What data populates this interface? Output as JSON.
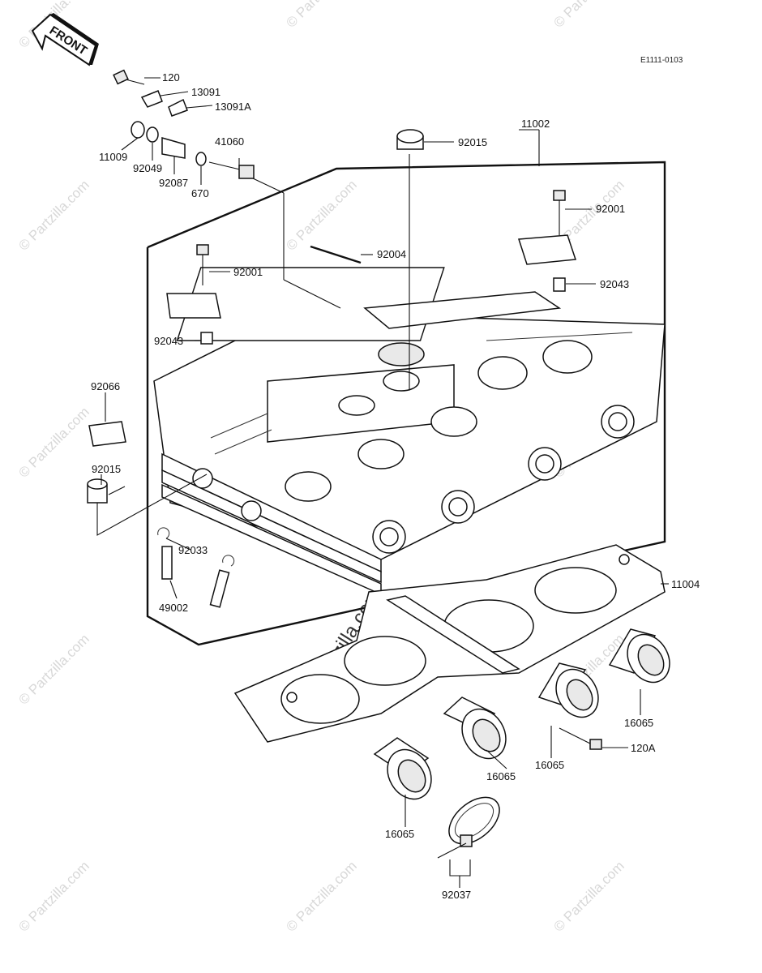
{
  "header": {
    "front_label": "FRONT",
    "code": "E1111-0103"
  },
  "watermark": {
    "text": "© Partzilla.com"
  },
  "parts": [
    {
      "id": "120",
      "label": "120"
    },
    {
      "id": "13091",
      "label": "13091"
    },
    {
      "id": "13091a",
      "label": "13091A"
    },
    {
      "id": "11009",
      "label": "11009"
    },
    {
      "id": "92049",
      "label": "92049"
    },
    {
      "id": "92087",
      "label": "92087"
    },
    {
      "id": "670",
      "label": "670"
    },
    {
      "id": "41060",
      "label": "41060"
    },
    {
      "id": "92015-top",
      "label": "92015"
    },
    {
      "id": "11002",
      "label": "11002"
    },
    {
      "id": "92001-right",
      "label": "92001"
    },
    {
      "id": "92004",
      "label": "92004"
    },
    {
      "id": "92001-left",
      "label": "92001"
    },
    {
      "id": "92043-right",
      "label": "92043"
    },
    {
      "id": "92043-left",
      "label": "92043"
    },
    {
      "id": "92066",
      "label": "92066"
    },
    {
      "id": "92015-left",
      "label": "92015"
    },
    {
      "id": "92033",
      "label": "92033"
    },
    {
      "id": "49002",
      "label": "49002"
    },
    {
      "id": "11004",
      "label": "11004"
    },
    {
      "id": "16065-right",
      "label": "16065"
    },
    {
      "id": "120a",
      "label": "120A"
    },
    {
      "id": "16065-midright",
      "label": "16065"
    },
    {
      "id": "16065-mid",
      "label": "16065"
    },
    {
      "id": "16065-left",
      "label": "16065"
    },
    {
      "id": "92037",
      "label": "92037"
    }
  ]
}
